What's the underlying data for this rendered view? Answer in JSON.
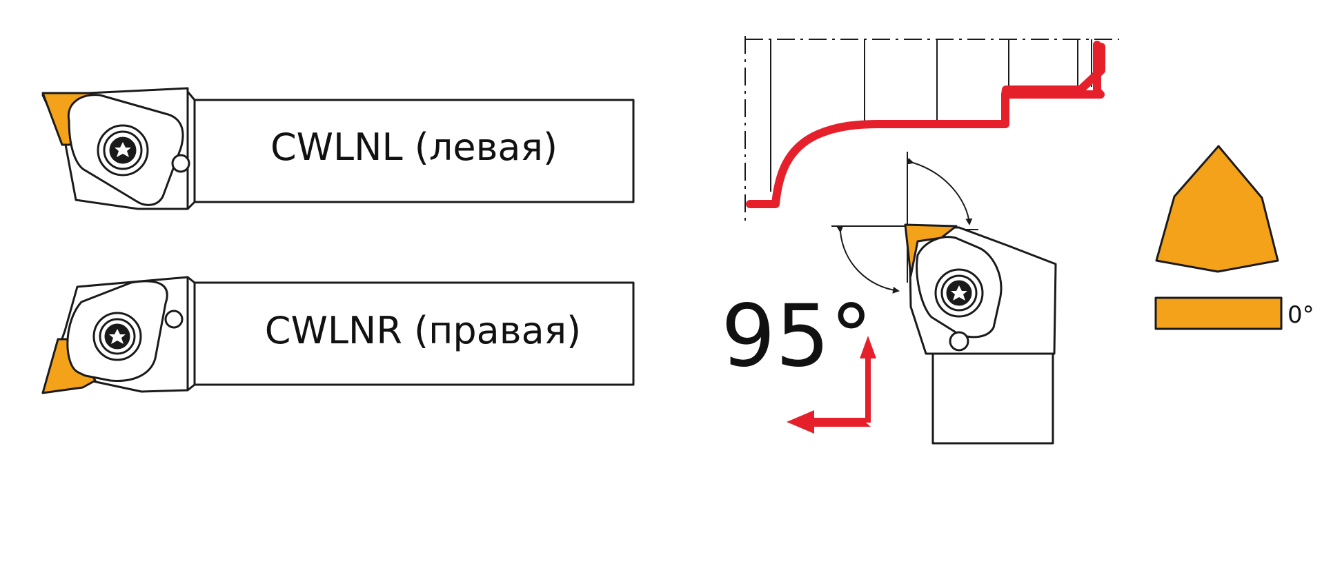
{
  "holders": [
    {
      "code": "CWLNL (левая)"
    },
    {
      "code": "CWLNR (правая)"
    }
  ],
  "angle_label": "95°",
  "insert_angle_label": "0°",
  "colors": {
    "insert": "#f5a21b",
    "path": "#e5202b",
    "outline": "#1a1a1a"
  },
  "icons": [
    "torx-screw-icon",
    "feed-direction-arrows-icon"
  ]
}
